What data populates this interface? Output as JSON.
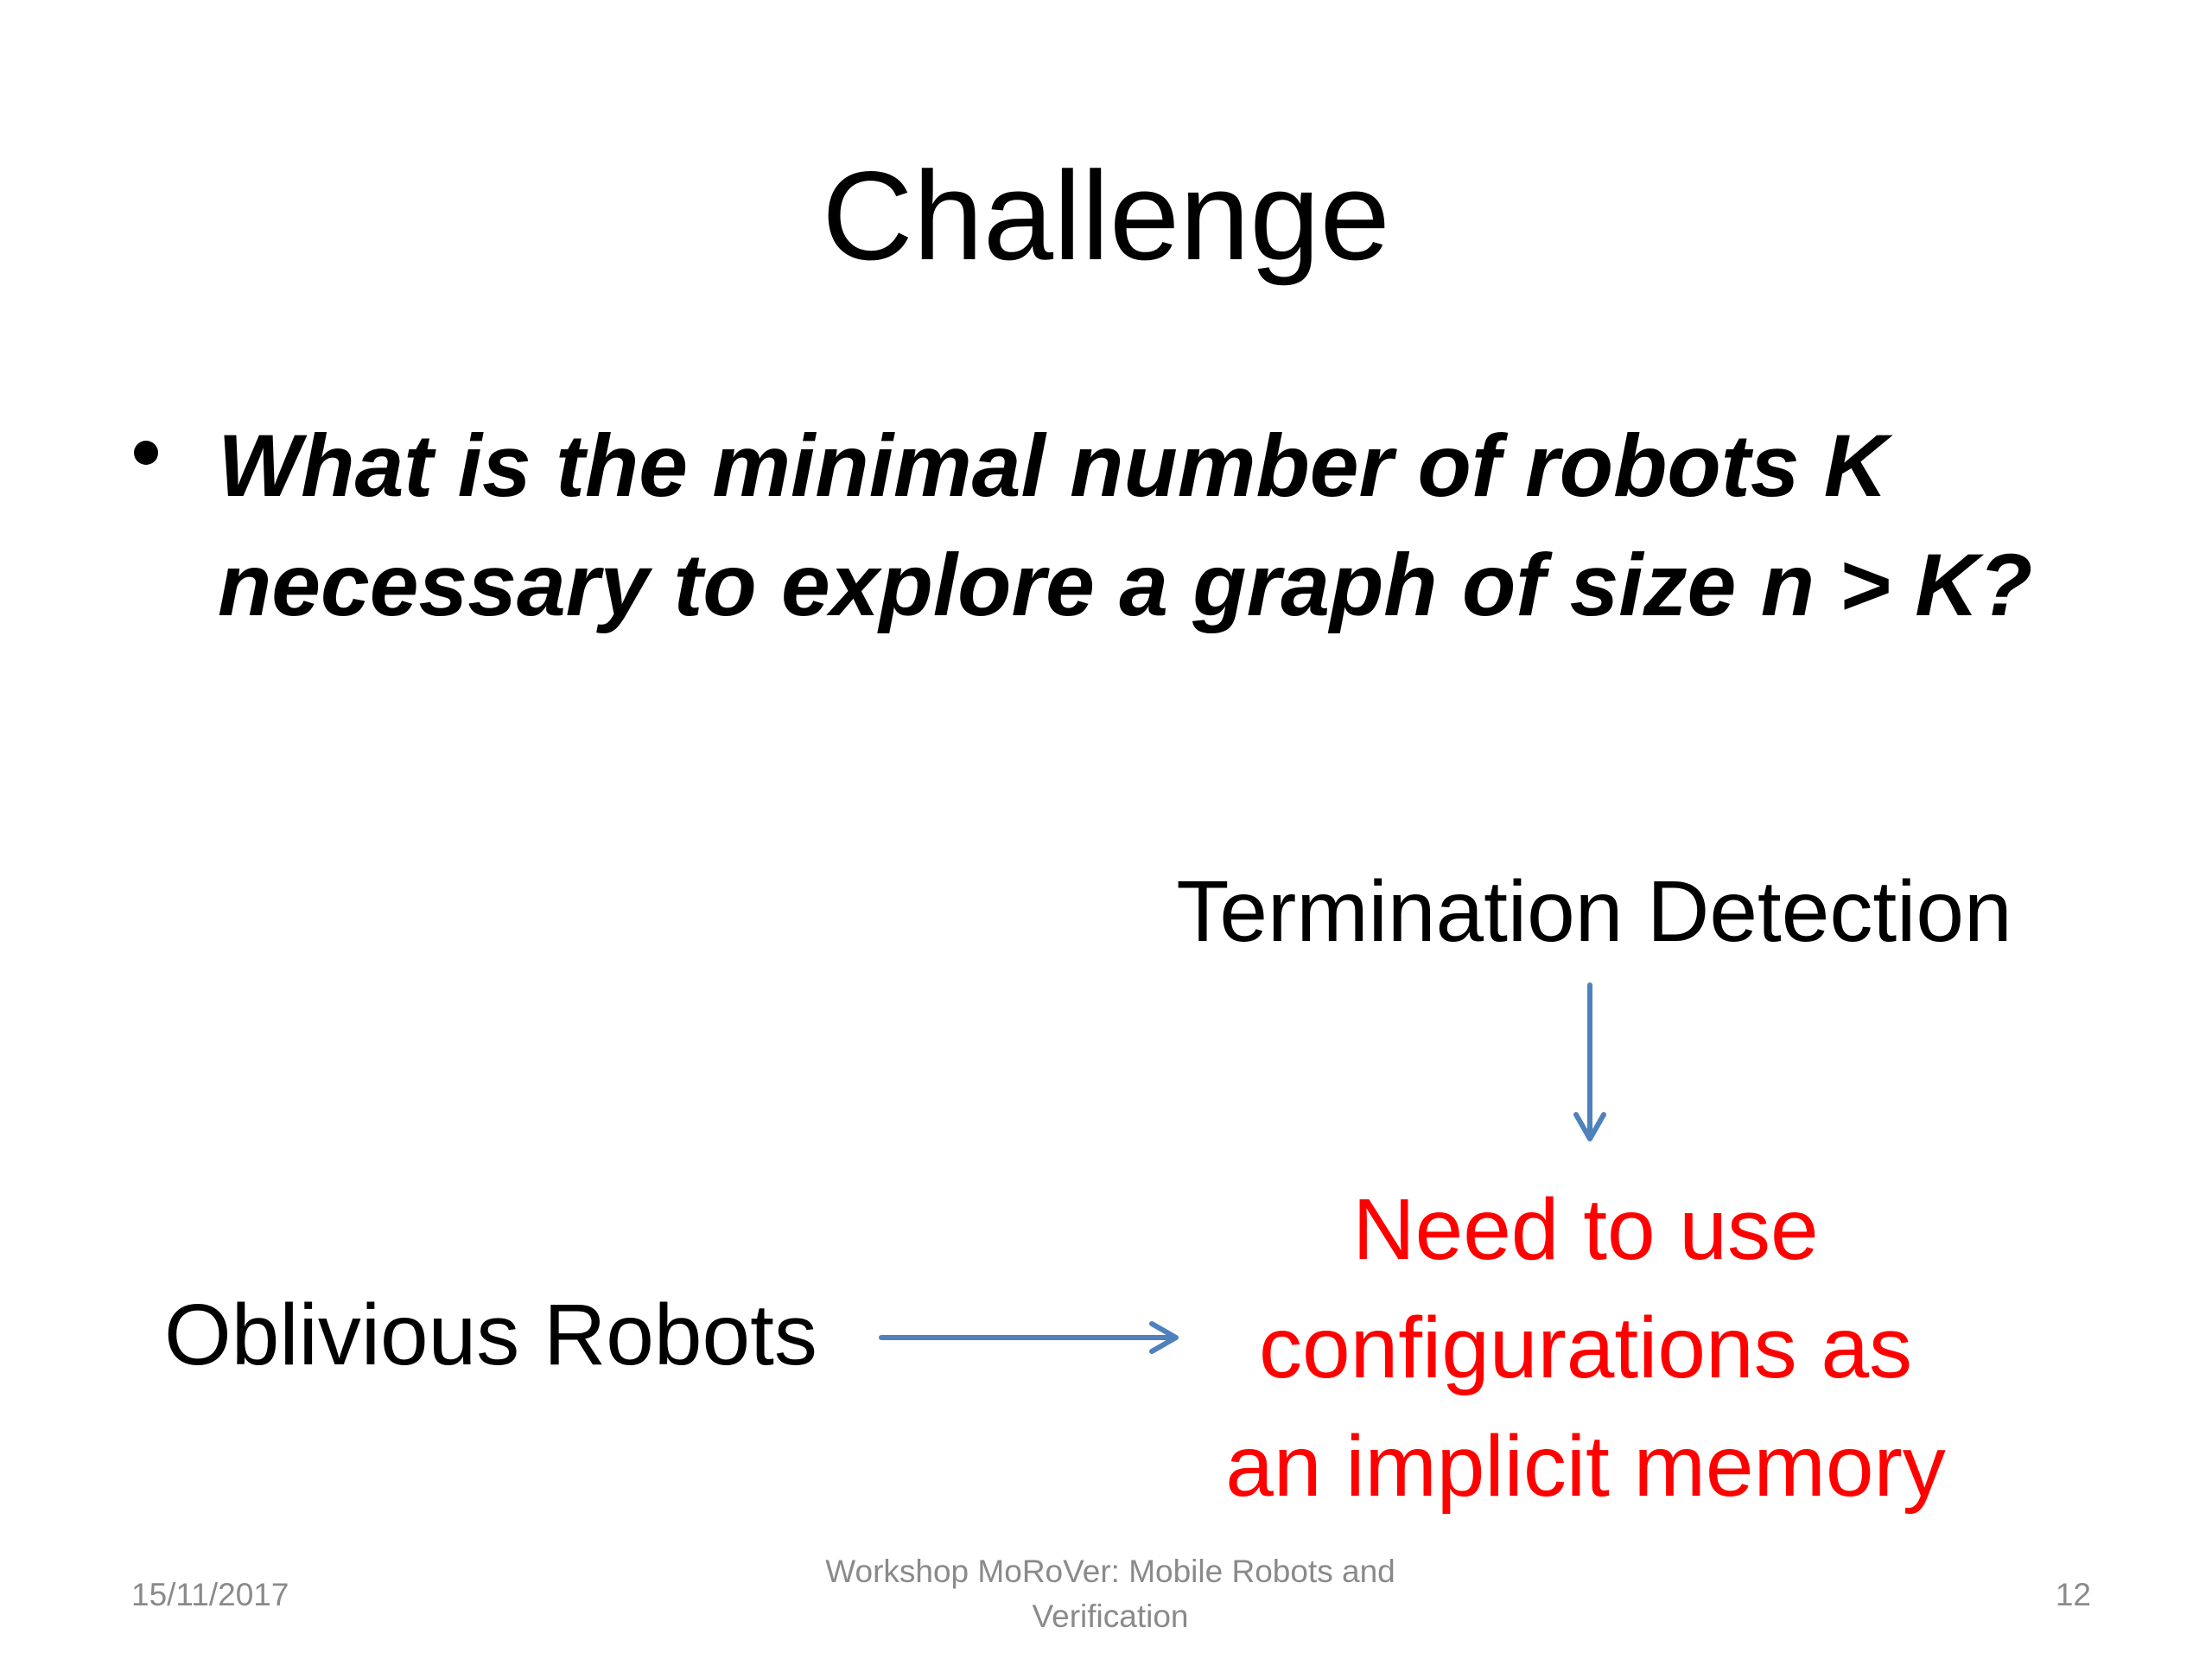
{
  "slide": {
    "title": "Challenge",
    "bullet": "What is the minimal number of robots K\nnecessary to explore a graph of size n > K?",
    "termination_label": "Termination Detection",
    "oblivious_label": "Oblivious Robots",
    "conclusion": "Need to use\nconfigurations as\nan implicit memory"
  },
  "footer": {
    "date": "15/11/2017",
    "event": "Workshop MoRoVer: Mobile Robots and\nVerification",
    "page": "12"
  },
  "colors": {
    "arrow": "#4f81bd",
    "conclusion": "#ff0000",
    "footer_text": "#8a8a8a"
  }
}
